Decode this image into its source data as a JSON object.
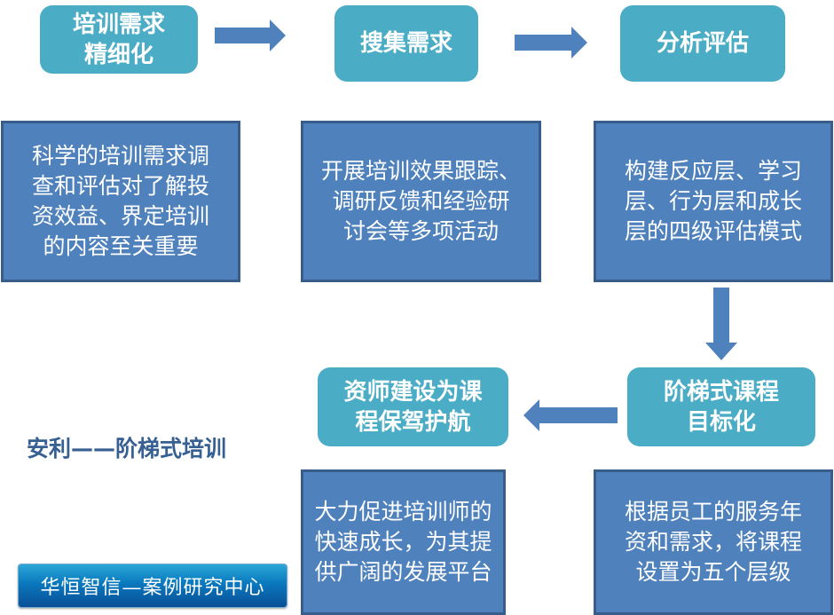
{
  "steps": [
    {
      "id": "training-needs-refinement",
      "lines": [
        "培训需求",
        "精细化"
      ]
    },
    {
      "id": "collect-needs",
      "lines": [
        "搜集需求"
      ]
    },
    {
      "id": "analysis-evaluation",
      "lines": [
        "分析评估"
      ]
    },
    {
      "id": "tiered-course-goals",
      "lines": [
        "阶梯式课程",
        "目标化"
      ]
    },
    {
      "id": "instructor-building",
      "lines": [
        "资师建设为课",
        "程保驾护航"
      ]
    }
  ],
  "descriptions": [
    {
      "id": "needs-survey",
      "lines": [
        "科学的培训需求调",
        "查和评估对了解投",
        "资效益、界定培训",
        "的内容至关重要"
      ]
    },
    {
      "id": "tracking-activities",
      "lines": [
        "开展培训效果跟踪、",
        "调研反馈和经验研",
        "讨会等多项活动"
      ]
    },
    {
      "id": "four-level-model",
      "lines": [
        "构建反应层、学习",
        "层、行为层和成长",
        "层的四级评估模式"
      ]
    },
    {
      "id": "five-levels",
      "lines": [
        "根据员工的服务年",
        "资和需求，将课程",
        "设置为五个层级"
      ]
    },
    {
      "id": "trainer-growth",
      "lines": [
        "大力促进培训师的",
        "快速成长，为其提",
        "供广阔的发展平台"
      ]
    }
  ],
  "caption": "安利——阶梯式培训",
  "badge": "华恒智信—案例研究中心",
  "colors": {
    "step_fill": "#4BACC6",
    "desc_fill": "#4F81BD",
    "desc_border": "#385D8A",
    "arrow_fill": "#4F81BD",
    "caption_text": "#376092"
  }
}
